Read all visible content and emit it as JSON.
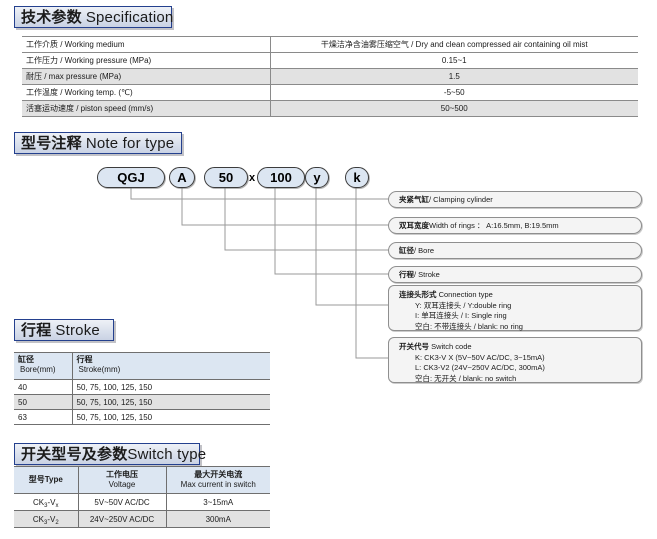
{
  "sections": {
    "specification": {
      "cn": "技术参数",
      "en": "Specification"
    },
    "note_for_type": {
      "cn": "型号注释",
      "en": "Note for type"
    },
    "stroke": {
      "cn": "行程",
      "en": "Stroke"
    },
    "switch_type": {
      "cn": "开关型号及参数",
      "en": "Switch type"
    }
  },
  "spec_table": {
    "rows": [
      {
        "label": "工作介质 / Working medium",
        "value": "干燥洁净含油雾压缩空气 / Dry and clean compressed air containing oil mist"
      },
      {
        "label": "工作压力 / Working pressure (MPa)",
        "value": "0.15~1"
      },
      {
        "label": "耐压 / max pressure  (MPa)",
        "value": "1.5"
      },
      {
        "label": "工作温度 / Working temp. (℃)",
        "value": "-5~50"
      },
      {
        "label": "活塞运动速度 / piston speed (mm/s)",
        "value": "50~500"
      }
    ]
  },
  "model_code": {
    "parts": [
      "QGJ",
      "A",
      "50",
      "100",
      "y",
      "k"
    ],
    "separator": "x",
    "annotations": [
      {
        "cn": "夹紧气缸",
        "en": " / Clamping cylinder"
      },
      {
        "cn": "双耳宽度",
        "en": "Width of rings ： A:16.5mm, B:19.5mm"
      },
      {
        "cn": "缸径",
        "en": " / Bore"
      },
      {
        "cn": "行程",
        "en": " / Stroke"
      }
    ],
    "connection_type": {
      "title_cn": "连接头形式",
      "title_en": "Connection type",
      "lines": [
        "Y: 双耳连接头 / Y:double ring",
        "I: 单耳连接头 / I: Single ring",
        "空白: 不带连接头 / blank: no ring"
      ]
    },
    "switch_code": {
      "title_cn": "开关代号",
      "title_en": "Switch code",
      "lines": [
        "K: CK3-V X (5V~50V AC/DC, 3~15mA)",
        "L: CK3-V2 (24V~250V AC/DC, 300mA)",
        "空白: 无开关 / blank: no switch"
      ]
    }
  },
  "stroke_table": {
    "header": {
      "col1_cn": "缸径",
      "col1_en": "Bore(mm)",
      "col2_cn": "行程",
      "col2_en": "Stroke(mm)"
    },
    "rows": [
      {
        "bore": "40",
        "stroke": "50, 75, 100, 125, 150"
      },
      {
        "bore": "50",
        "stroke": "50, 75, 100, 125, 150"
      },
      {
        "bore": "63",
        "stroke": "50, 75, 100, 125, 150"
      }
    ]
  },
  "switch_table": {
    "header": {
      "col1_cn": "型号Type",
      "col1_en": "",
      "col2_cn": "工作电压",
      "col2_en": "Voltage",
      "col3_cn": "最大开关电流",
      "col3_en": "Max current in switch"
    },
    "rows": [
      {
        "type_main": "CK",
        "type_sub": "3",
        "type_tail": "-V",
        "type_sub2": "x",
        "voltage": "5V~50V AC/DC",
        "current": "3~15mA"
      },
      {
        "type_main": "CK",
        "type_sub": "3",
        "type_tail": "-V",
        "type_sub2": "2",
        "voltage": "24V~250V AC/DC",
        "current": "300mA"
      }
    ]
  },
  "colors": {
    "badge_border": "#24408e",
    "badge_fill": "#dde3ee",
    "table_header_blue": "#dce6f2",
    "row_shade": "#e2e2e2",
    "pill_fill": "#dce6f2",
    "leader_line": "#9a9a9a"
  }
}
